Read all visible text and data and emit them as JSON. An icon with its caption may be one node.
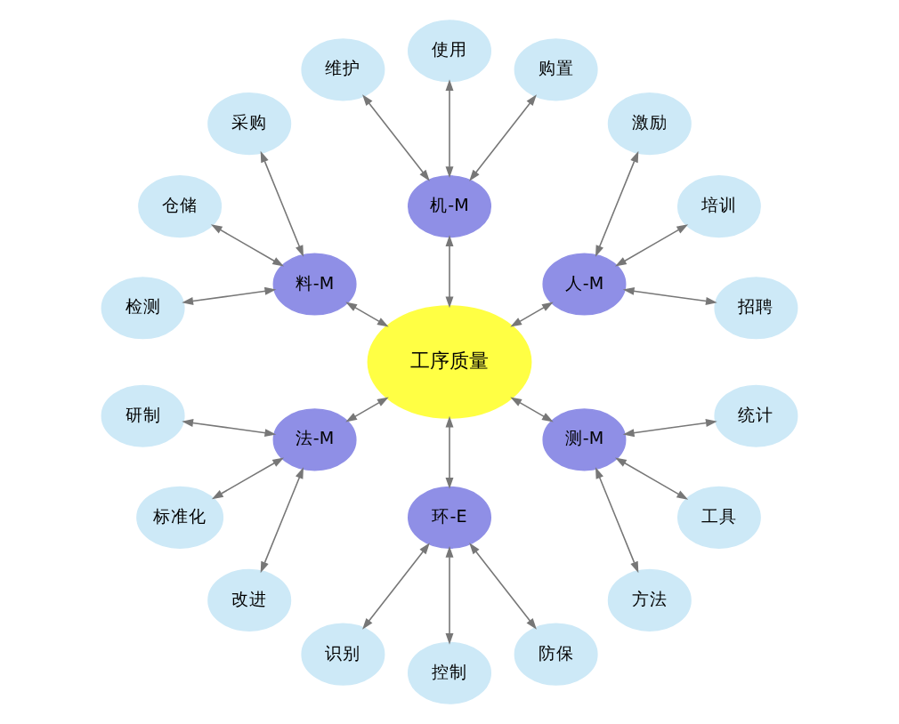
{
  "diagram": {
    "nodes": [
      {
        "text": [
          "工序质量"
        ]
      },
      {
        "text": [
          "人-M"
        ]
      },
      {
        "text": [
          "机-M"
        ]
      },
      {
        "text": [
          "料-M"
        ]
      },
      {
        "text": [
          "法-M"
        ]
      },
      {
        "text": [
          "环-E"
        ]
      },
      {
        "text": [
          "测-M"
        ]
      },
      {
        "text": [
          "招聘"
        ]
      },
      {
        "text": [
          "培训"
        ]
      },
      {
        "text": [
          "激励"
        ]
      },
      {
        "text": [
          "购置"
        ]
      },
      {
        "text": [
          "使用"
        ]
      },
      {
        "text": [
          "维护"
        ]
      },
      {
        "text": [
          "采购"
        ]
      },
      {
        "text": [
          "仓储"
        ]
      },
      {
        "text": [
          "检测"
        ]
      },
      {
        "text": [
          "研制"
        ]
      },
      {
        "text": [
          "标准化"
        ]
      },
      {
        "text": [
          "改进"
        ]
      },
      {
        "text": [
          "识别"
        ]
      },
      {
        "text": [
          "控制"
        ]
      },
      {
        "text": [
          "防保"
        ]
      },
      {
        "text": [
          "方法"
        ]
      },
      {
        "text": [
          "工具"
        ]
      },
      {
        "text": [
          "统计"
        ]
      }
    ],
    "edges": [
      {
        "from": 0,
        "to": 1,
        "arrow": "both"
      },
      {
        "from": 0,
        "to": 2,
        "arrow": "both"
      },
      {
        "from": 0,
        "to": 3,
        "arrow": "both"
      },
      {
        "from": 0,
        "to": 4,
        "arrow": "both"
      },
      {
        "from": 0,
        "to": 5,
        "arrow": "both"
      },
      {
        "from": 0,
        "to": 6,
        "arrow": "both"
      },
      {
        "from": 1,
        "to": 7,
        "arrow": "both"
      },
      {
        "from": 1,
        "to": 8,
        "arrow": "both"
      },
      {
        "from": 1,
        "to": 9,
        "arrow": "both"
      },
      {
        "from": 2,
        "to": 10,
        "arrow": "both"
      },
      {
        "from": 2,
        "to": 11,
        "arrow": "both"
      },
      {
        "from": 2,
        "to": 12,
        "arrow": "both"
      },
      {
        "from": 3,
        "to": 13,
        "arrow": "both"
      },
      {
        "from": 3,
        "to": 14,
        "arrow": "both"
      },
      {
        "from": 3,
        "to": 15,
        "arrow": "both"
      },
      {
        "from": 4,
        "to": 16,
        "arrow": "both"
      },
      {
        "from": 4,
        "to": 17,
        "arrow": "both"
      },
      {
        "from": 4,
        "to": 18,
        "arrow": "both"
      },
      {
        "from": 5,
        "to": 19,
        "arrow": "both"
      },
      {
        "from": 5,
        "to": 20,
        "arrow": "both"
      },
      {
        "from": 5,
        "to": 21,
        "arrow": "both"
      },
      {
        "from": 6,
        "to": 22,
        "arrow": "both"
      },
      {
        "from": 6,
        "to": 23,
        "arrow": "both"
      },
      {
        "from": 6,
        "to": 24,
        "arrow": "both"
      }
    ]
  }
}
